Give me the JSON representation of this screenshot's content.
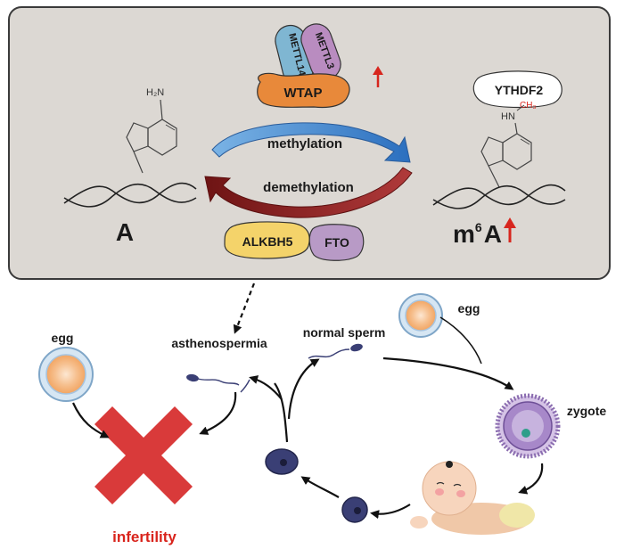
{
  "top_panel": {
    "writers": {
      "protein_a": "METTL14",
      "protein_b": "METTL3",
      "protein_c": "WTAP",
      "trend": "up"
    },
    "reader": {
      "label": "YTHDF2"
    },
    "cycle": {
      "forward": "methylation",
      "reverse": "demethylation"
    },
    "erasers": {
      "protein_a": "ALKBH5",
      "protein_b": "FTO"
    },
    "substrate": {
      "label": "A",
      "amine": "H₂N"
    },
    "product": {
      "label_main": "m",
      "label_sup": "6",
      "label_tail": "A",
      "methyl": "CH₃",
      "amine": "HN",
      "trend": "up"
    }
  },
  "bottom_panel": {
    "asthenospermia": "asthenospermia",
    "normal_sperm": "normal sperm",
    "egg_left": "egg",
    "egg_right": "egg",
    "zygote": "zygote",
    "infertility": "infertility"
  },
  "colors": {
    "panel_bg": "#dcd8d3",
    "wtap": "#e8893a",
    "mettl14": "#7fb6d2",
    "mettl3": "#b98cc0",
    "alkbh5": "#f4d36a",
    "fto": "#b89ac6",
    "methylation_arrow": "#3f8fd6",
    "demethylation_arrow": "#8a1e1e",
    "up_arrow": "#d7261e",
    "cross": "#d93a3a",
    "infertility_text": "#d9241c",
    "cell": "#3a3f75"
  }
}
